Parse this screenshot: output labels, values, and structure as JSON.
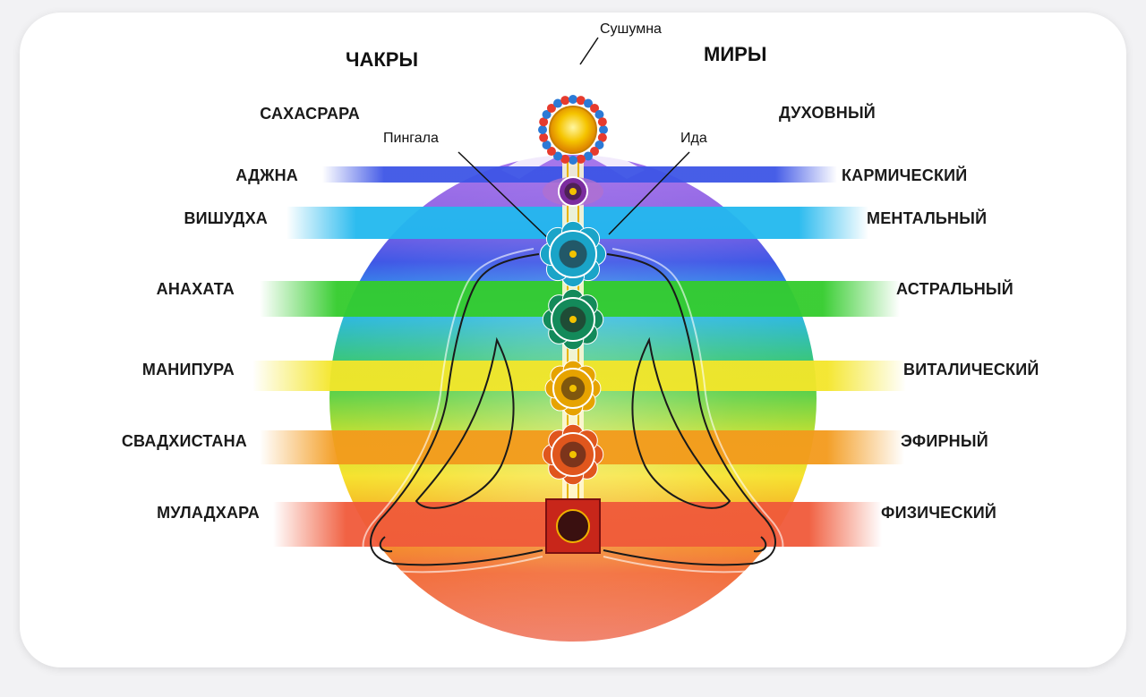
{
  "headers": {
    "chakras": "ЧАКРЫ",
    "worlds": "МИРЫ"
  },
  "channels": {
    "sushumna": "Сушумна",
    "pingala": "Пингала",
    "ida": "Ида"
  },
  "chakras": [
    {
      "name": "САХАСРАРА",
      "color": "#f5c400"
    },
    {
      "name": "АДЖНА",
      "color": "#7b2c9f"
    },
    {
      "name": "ВИШУДХА",
      "color": "#1aa4c8"
    },
    {
      "name": "АНАХАТА",
      "color": "#138a5a"
    },
    {
      "name": "МАНИПУРА",
      "color": "#e6a300"
    },
    {
      "name": "СВАДХИСТАНА",
      "color": "#e0561d"
    },
    {
      "name": "МУЛАДХАРА",
      "color": "#c8261a"
    }
  ],
  "worlds": [
    "ДУХОВНЫЙ",
    "КАРМИЧЕСКИЙ",
    "МЕНТАЛЬНЫЙ",
    "АСТРАЛЬНЫЙ",
    "ВИТАЛИЧЕСКИЙ",
    "ЭФИРНЫЙ",
    "ФИЗИЧЕСКИЙ"
  ],
  "band_colors": [
    "#9c6fe0",
    "#3d55e6",
    "#22b8ee",
    "#33cc2c",
    "#f4e62a",
    "#f39a1c",
    "#f05a3a"
  ]
}
